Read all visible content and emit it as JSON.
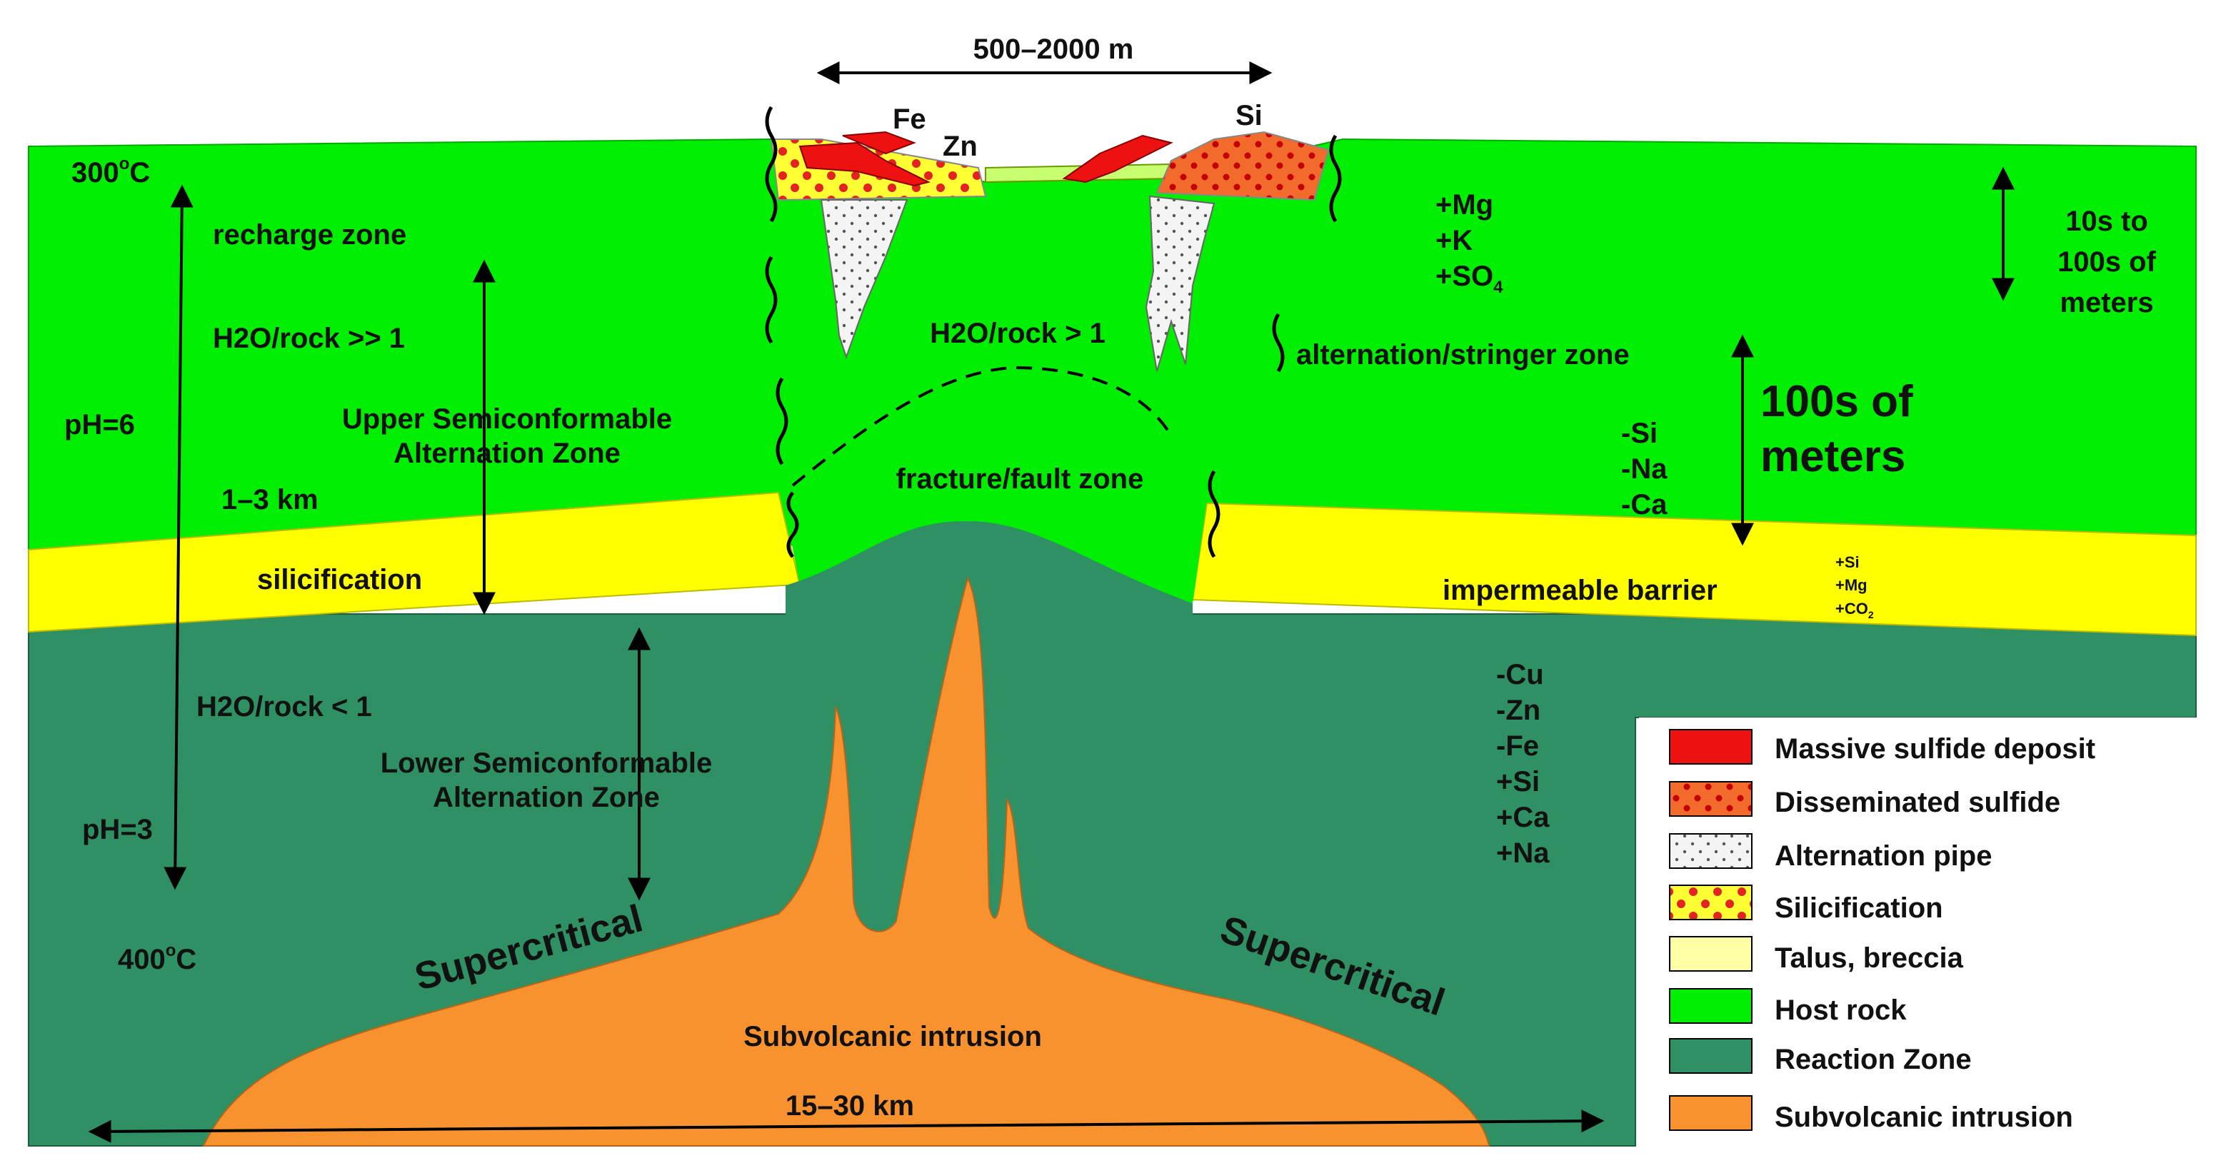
{
  "colors": {
    "host_rock": "#00ee00",
    "reaction_zone": "#2f9163",
    "silicification_band": "#ffff00",
    "intrusion": "#f7922e",
    "massive_sulfide": "#ee1111",
    "disseminated": "#f26a2c",
    "talus": "#ffffa6",
    "alteration_pipe": "#f2f2f2",
    "arrow": "#000000"
  },
  "top": {
    "width_label": "500–2000 m",
    "fe": "Fe",
    "zn": "Zn",
    "si": "Si"
  },
  "left": {
    "temp_top": "300",
    "temp_top_sup": "o",
    "temp_top_unit": "C",
    "recharge": "recharge zone",
    "water_ratio_high": "H2O/rock >> 1",
    "ph6": "pH=6",
    "upper_zone_line1": "Upper Semiconformable",
    "upper_zone_line2": "Alternation Zone",
    "depth": "1–3 km",
    "silicification": "silicification",
    "water_ratio_low": "H2O/rock < 1",
    "lower_zone_line1": "Lower Semiconformable",
    "lower_zone_line2": "Alternation Zone",
    "ph3": "pH=3",
    "temp_bottom": "400",
    "temp_bottom_sup": "o",
    "temp_bottom_unit": "C",
    "supercritical_left": "Supercritical"
  },
  "center": {
    "water_ratio_mid": "H2O/rock > 1",
    "fracture": "fracture/fault zone",
    "intrusion": "Subvolcanic intrusion",
    "width_bottom": "15–30 km"
  },
  "right": {
    "mg": "+Mg",
    "k": "+K",
    "so4": "+SO",
    "so4_sub": "4",
    "stringer": "alternation/stringer zone",
    "tens_line1": "10s to",
    "tens_line2": "100s of",
    "tens_line3": "meters",
    "hundreds_line1": "100s of",
    "hundreds_line2": "meters",
    "minus_si": "-Si",
    "minus_na": "-Na",
    "minus_ca": "-Ca",
    "barrier": "impermeable barrier",
    "plus_si_small": "+Si",
    "plus_mg_small": "+Mg",
    "plus_co2_small": "+CO",
    "plus_co2_sub": "2",
    "minus_cu": "-Cu",
    "minus_zn": "-Zn",
    "minus_fe": "-Fe",
    "plus_si": "+Si",
    "plus_ca": "+Ca",
    "plus_na": "+Na",
    "supercritical_right": "Supercritical"
  },
  "legend": {
    "items": [
      {
        "label": "Massive sulfide deposit"
      },
      {
        "label": "Disseminated sulfide"
      },
      {
        "label": "Alternation pipe"
      },
      {
        "label": "Silicification"
      },
      {
        "label": "Talus, breccia"
      },
      {
        "label": "Host rock"
      },
      {
        "label": "Reaction Zone"
      },
      {
        "label": "Subvolcanic intrusion"
      }
    ]
  }
}
